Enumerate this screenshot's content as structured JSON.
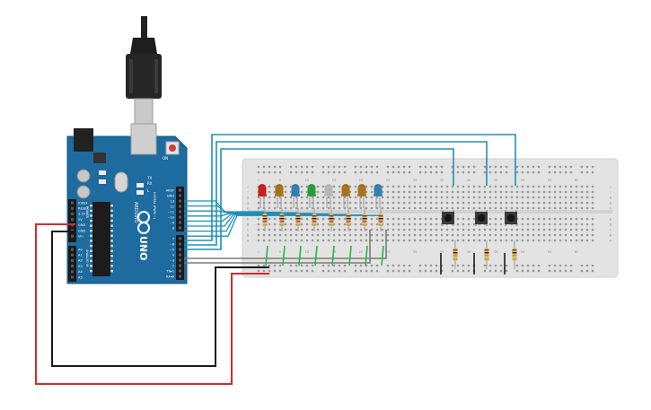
{
  "board": {
    "brand": "ARDUINO",
    "model": "UNO",
    "on_label": "ON",
    "tx_label": "TX",
    "rx_label": "RX",
    "l_label": "L",
    "power_header_label": "POWER",
    "analog_header_label": "ANALOG IN",
    "digital_header_label": "DIGITAL (PWM ~)",
    "power_pins": [
      "IOREF",
      "RESET",
      "3.3V",
      "5V",
      "GND",
      "GND",
      "Vin"
    ],
    "analog_pins": [
      "A0",
      "A1",
      "A2",
      "A3",
      "A4",
      "A5"
    ],
    "digital_pins_top": [
      "AREF",
      "GND",
      "13",
      "12",
      "~11",
      "~10",
      "~9",
      "8"
    ],
    "digital_pins_bottom": [
      "7",
      "~6",
      "~5",
      "4",
      "~3",
      "2",
      "TX▸1",
      "RX◂0"
    ]
  },
  "breadboard": {
    "columns_top": [
      "1",
      "5",
      "10",
      "15",
      "20",
      "25",
      "30",
      "35",
      "40",
      "45",
      "50",
      "55",
      "60"
    ],
    "row_letters_top": [
      "J",
      "I",
      "H",
      "G",
      "F"
    ],
    "row_letters_bottom": [
      "E",
      "D",
      "C",
      "B",
      "A"
    ]
  },
  "colors": {
    "board_blue": "#1d6b9f",
    "breadboard": "#e6e6e6",
    "wire_signal": "#1f8fb8",
    "wire_ground": "#2db34a",
    "wire_5v": "#d22c2c",
    "wire_gnd": "#1a1a1a",
    "wire_gray": "#7a7a7a"
  },
  "leds": [
    {
      "color": "#cc2020",
      "name": "red"
    },
    {
      "color": "#a8711a",
      "name": "amber"
    },
    {
      "color": "#2f7fb0",
      "name": "blue"
    },
    {
      "color": "#2a9a3a",
      "name": "green"
    },
    {
      "color": "#b8b8b8",
      "name": "white"
    },
    {
      "color": "#a8711a",
      "name": "amber"
    },
    {
      "color": "#a8711a",
      "name": "amber"
    },
    {
      "color": "#2f7fb0",
      "name": "blue"
    }
  ],
  "buttons_count": 3
}
